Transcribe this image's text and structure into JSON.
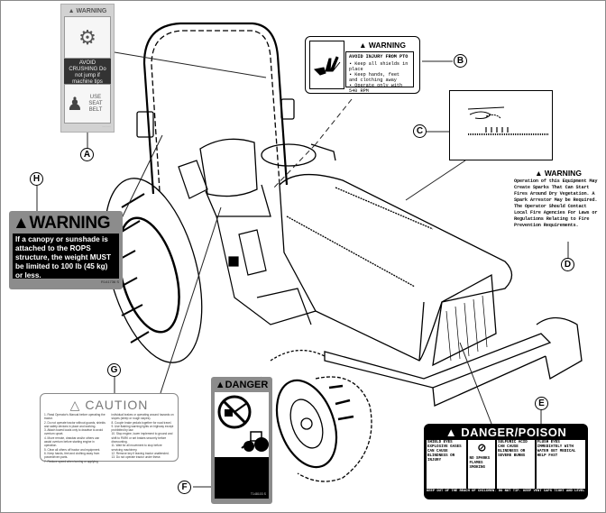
{
  "figure": {
    "title": "Tractor safety decal locations",
    "callouts": [
      "A",
      "B",
      "C",
      "D",
      "E",
      "F",
      "G",
      "H"
    ]
  },
  "decals": {
    "a": {
      "header": "WARNING",
      "message": "AVOID CRUSHING Do not jump if machine tips",
      "seat_belt": "USE SEAT BELT",
      "code": "............"
    },
    "b": {
      "header": "WARNING",
      "title": "AVOID INJURY FROM PTO",
      "bullets": [
        "Keep all shields in place",
        "Keep hands, feet and clothing away",
        "Operate only with 540 RPM"
      ]
    },
    "d": {
      "header": "WARNING",
      "body": "Operation of this Equipment May Create Sparks That Can Start Fires Around Dry Vegetation. A Spark Arrestor May be Required. The Operator Should Contact Local Fire Agencies For Laws or Regulations Relating to Fire Prevention Requirements."
    },
    "h": {
      "header": "WARNING",
      "body": "If a canopy or sunshade is attached to the ROPS structure, the weight MUST be limited to 100 lb (45 kg) or less.",
      "code": "R141736 S"
    },
    "g": {
      "header": "CAUTION",
      "items_left": [
        "1. Read Operator's Manual before operating the tractor.",
        "2. Do not operate tractor without guards, shields and safety devices in place and working.",
        "3. Attach towed loads only to drawbar to avoid overturn upset.",
        "4. Move remote, drawbar and/or others can assist overturn before starting engine in operation.",
        "5. Clear all others off tractor and equipment.",
        "6. Keep hands, feet and clothing away from powerdriven parts.",
        "7. Reduce speed when turning or applying"
      ],
      "items_right": [
        "individual brakes or operating around hazards on slopes (steep or rough slopes).",
        "8. Couple brake pedals together for road travel.",
        "9. Use flashing warning lights on highway except prohibited by law.",
        "10. Stop engine, lower implement to ground and shift to PARK or set brakes securely before dismounting.",
        "11. Wait for all movement to stop before servicing machinery.",
        "12. Remove key if leaving tractor unattended.",
        "13. Do not operate tractor under these."
      ]
    },
    "f": {
      "header": "DANGER",
      "code": "T148103 S"
    },
    "e": {
      "header": "DANGER/POISON",
      "panels": [
        "SHIELD EYES EXPLOSIVE GASES CAN CAUSE BLINDNESS OR INJURY",
        "NO SPARKS FLAMES SMOKING",
        "SULFURIC ACID CAN CAUSE BLINDNESS OR SEVERE BURNS",
        "FLUSH EYES IMMEDIATELY WITH WATER GET MEDICAL HELP FAST"
      ],
      "footer": "KEEP OUT OF THE REACH OF CHILDREN. DO NOT TIP. KEEP VENT CAPS TIGHT AND LEVEL."
    }
  },
  "colors": {
    "decal_gray": "#8c8c8c",
    "line_art": "#000000",
    "panel_black": "#000000"
  }
}
